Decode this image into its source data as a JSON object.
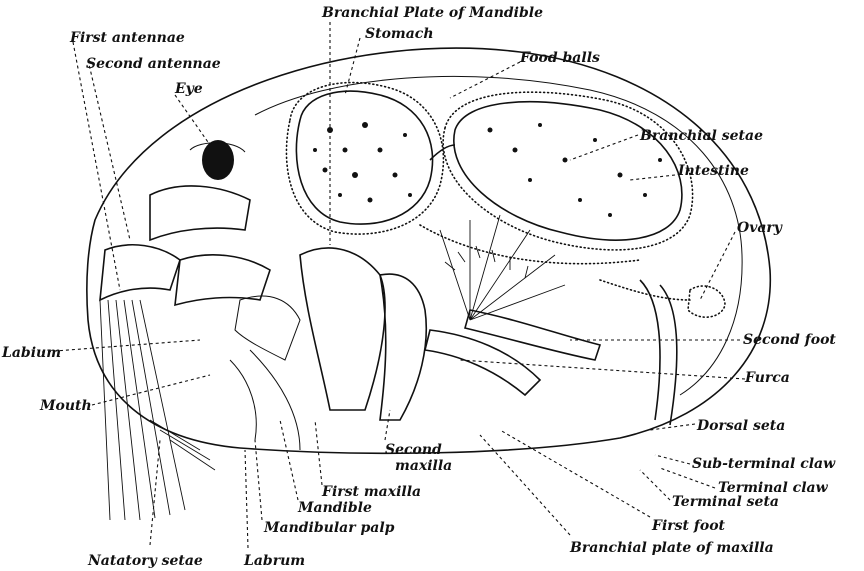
{
  "labels": {
    "branchial_plate_mandible": "Branchial Plate of Mandible",
    "stomach": "Stomach",
    "first_antennae": "First antennae",
    "second_antennae": "Second antennae",
    "eye": "Eye",
    "food_balls": "Food balls",
    "branchial_setae": "Branchial setae",
    "intestine": "Intestine",
    "ovary": "Ovary",
    "second_foot": "Second foot",
    "labium": "Labium",
    "furca": "Furca",
    "mouth": "Mouth",
    "dorsal_seta": "Dorsal seta",
    "second_maxilla_1": "Second",
    "second_maxilla_2": "maxilla",
    "sub_terminal_claw": "Sub-terminal claw",
    "terminal_claw": "Terminal claw",
    "first_maxilla": "First maxilla",
    "terminal_seta": "Terminal seta",
    "mandible": "Mandible",
    "first_foot": "First foot",
    "mandibular_palp": "Mandibular palp",
    "branchial_plate_maxilla": "Branchial plate of maxilla",
    "natatory_setae": "Natatory setae",
    "labrum": "Labrum"
  }
}
